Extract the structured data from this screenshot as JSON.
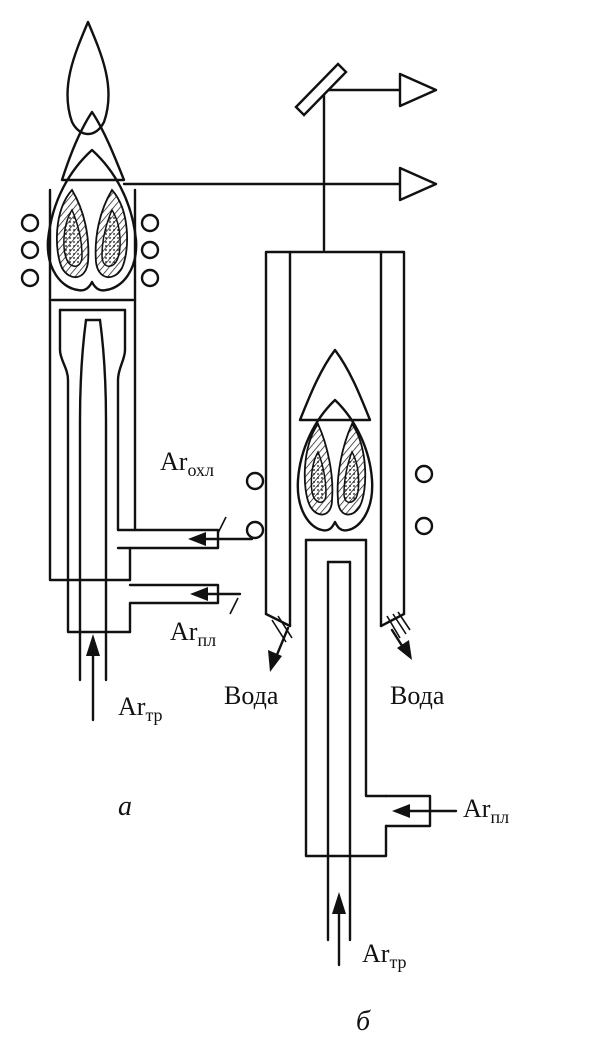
{
  "figure_a": {
    "caption": "а",
    "labels": {
      "ar_cool": {
        "main": "Ar",
        "sub": "охл"
      },
      "ar_plasma": {
        "main": "Ar",
        "sub": "пл"
      },
      "ar_transport": {
        "main": "Ar",
        "sub": "тр"
      }
    }
  },
  "figure_b": {
    "caption": "б",
    "labels": {
      "water_left": "Вода",
      "water_right": "Вода",
      "ar_plasma": {
        "main": "Ar",
        "sub": "пл"
      },
      "ar_transport": {
        "main": "Ar",
        "sub": "тр"
      }
    }
  },
  "colors": {
    "ink": "#111111",
    "paper": "#ffffff"
  }
}
